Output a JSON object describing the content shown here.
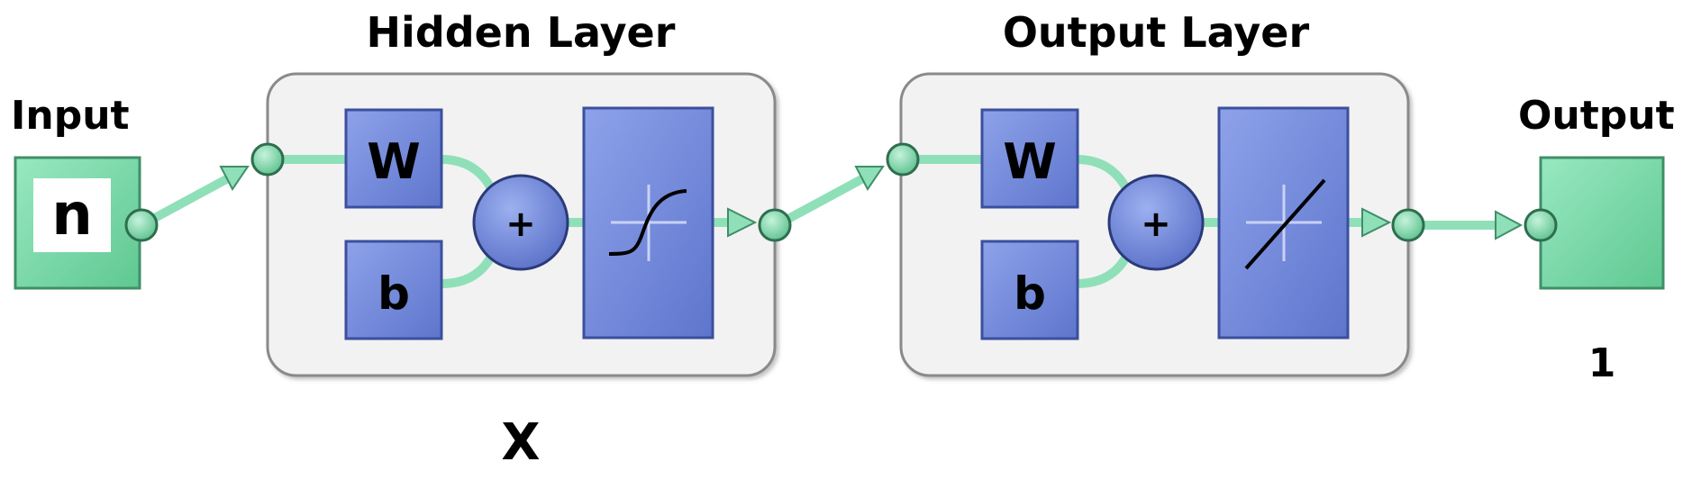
{
  "input": {
    "label": "Input",
    "symbol": "n"
  },
  "hidden_layer": {
    "title": "Hidden Layer",
    "weight": "W",
    "bias": "b",
    "sum": "+",
    "size": "X"
  },
  "output_layer": {
    "title": "Output Layer",
    "weight": "W",
    "bias": "b",
    "sum": "+"
  },
  "output": {
    "label": "Output",
    "size": "1"
  },
  "colors": {
    "node_green": "#7dd9a9",
    "node_green_dark": "#3f8f68",
    "connector": "#8fe0b8",
    "block_blue": "#6f86db",
    "block_blue_dark": "#3b4f9e",
    "layer_box_fill": "#f2f2f2",
    "layer_box_stroke": "#8a8a8a"
  }
}
